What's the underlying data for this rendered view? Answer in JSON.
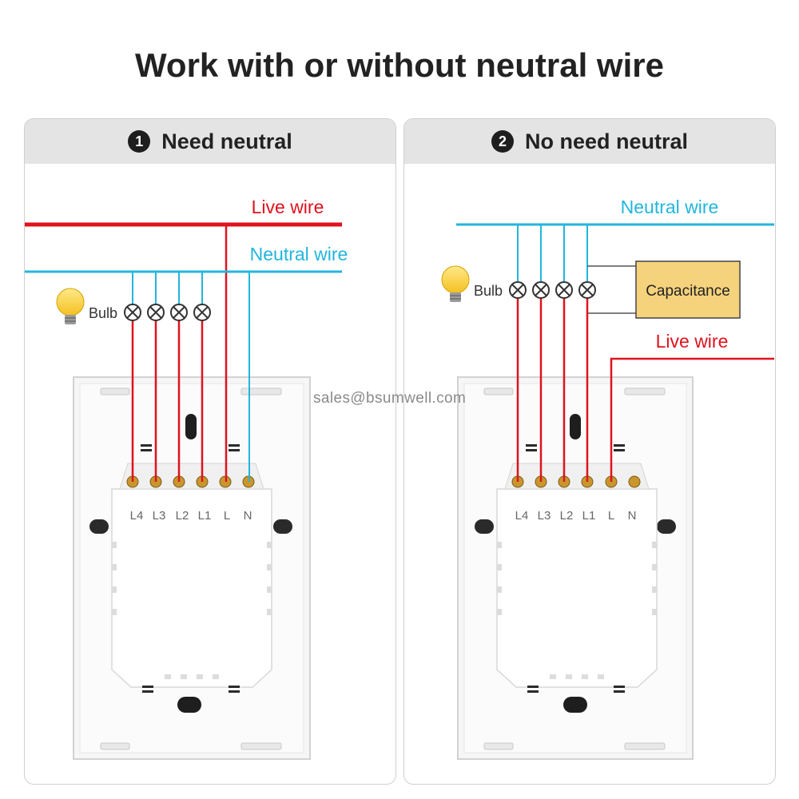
{
  "title": "Work with or without neutral wire",
  "watermark": "sales@bsumwell.com",
  "colors": {
    "live": "#e0121d",
    "neutral": "#21b6dd",
    "capacitor_fill": "#f5d27c"
  },
  "panels": [
    {
      "number": "1",
      "heading": "Need neutral",
      "live_label": "Live wire",
      "neutral_label": "Neutral wire",
      "bulb_label": "Bulb",
      "terminals": [
        "L4",
        "L3",
        "L2",
        "L1",
        "L",
        "N"
      ]
    },
    {
      "number": "2",
      "heading": "No need neutral",
      "live_label": "Live wire",
      "neutral_label": "Neutral wire",
      "bulb_label": "Bulb",
      "capacitor_label": "Capacitance",
      "terminals": [
        "L4",
        "L3",
        "L2",
        "L1",
        "L",
        "N"
      ]
    }
  ]
}
